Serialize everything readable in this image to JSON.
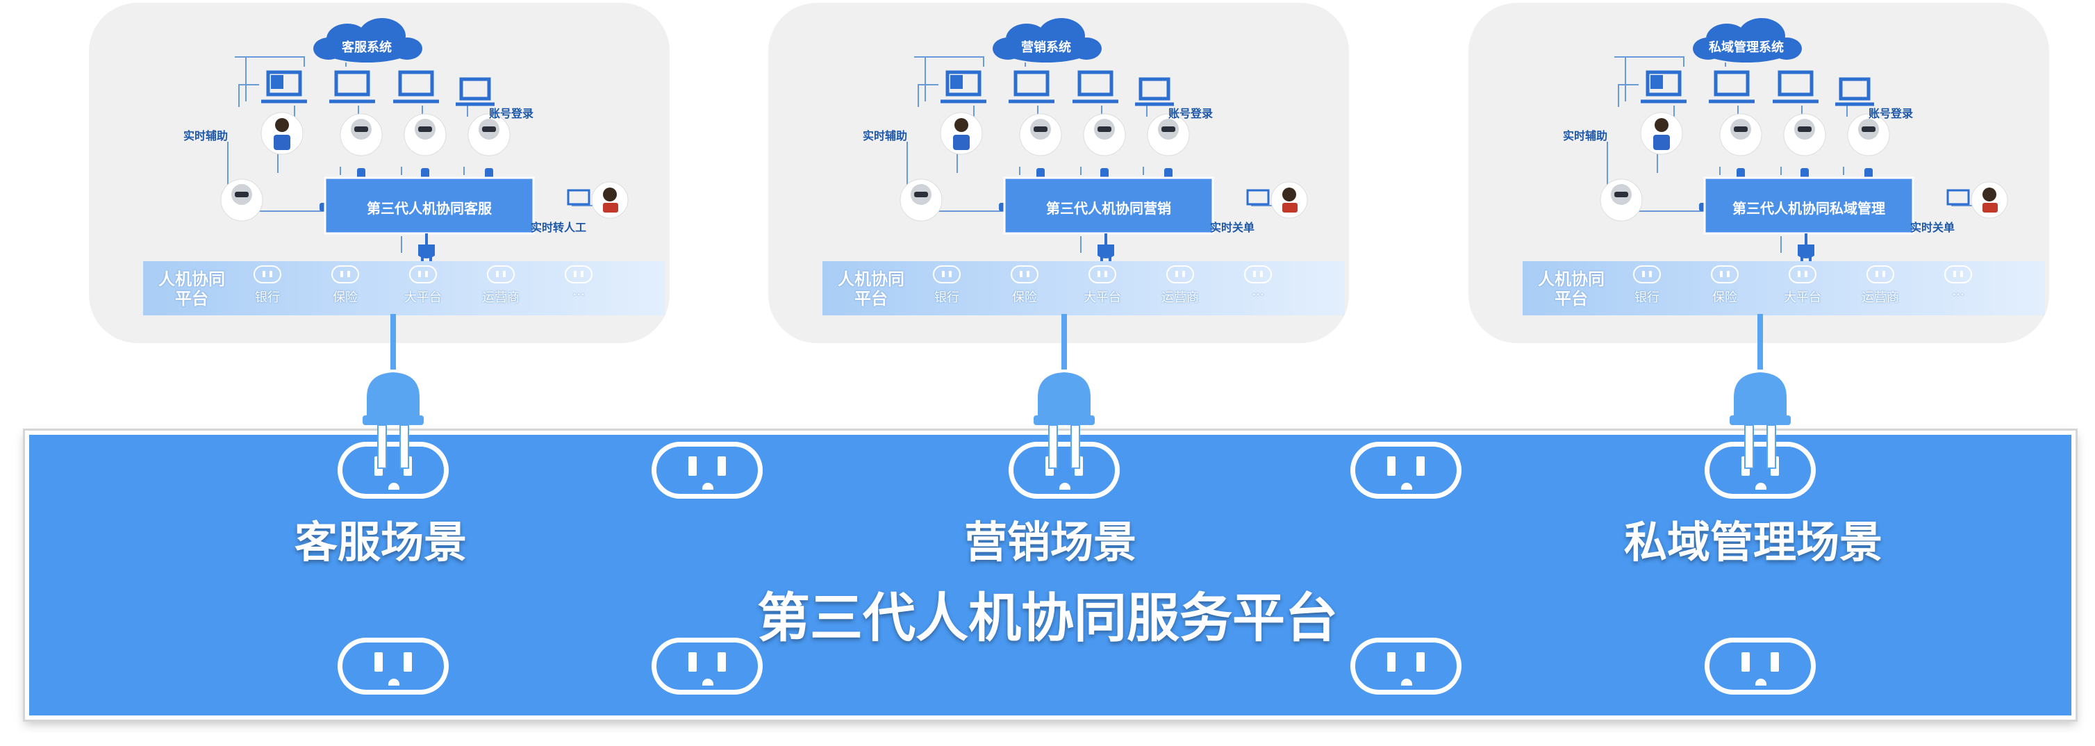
{
  "panels": [
    {
      "cloud": "客服系统",
      "assist": "实时辅助",
      "login": "账号登录",
      "box": "第三代人机协同客服",
      "transfer": "实时转人工",
      "platform_title": "人机协同平台",
      "items": [
        "银行",
        "保险",
        "大平台",
        "运营商",
        "···"
      ]
    },
    {
      "cloud": "营销系统",
      "assist": "实时辅助",
      "login": "账号登录",
      "box": "第三代人机协同营销",
      "transfer": "实时关单",
      "platform_title": "人机协同平台",
      "items": [
        "银行",
        "保险",
        "大平台",
        "运营商",
        "···"
      ]
    },
    {
      "cloud": "私域管理系统",
      "assist": "实时辅助",
      "login": "账号登录",
      "box": "第三代人机协同私域管理",
      "transfer": "实时关单",
      "platform_title": "人机协同平台",
      "items": [
        "银行",
        "保险",
        "大平台",
        "运营商",
        "···"
      ]
    }
  ],
  "platform": {
    "title": "第三代人机协同服务平台",
    "scenes": [
      "客服场景",
      "营销场景",
      "私域管理场景"
    ]
  },
  "colors": {
    "accent": "#4a98f0",
    "box_fill": "#4a8fe8",
    "strip": "#a9cdf6",
    "label": "#1d57a8"
  }
}
